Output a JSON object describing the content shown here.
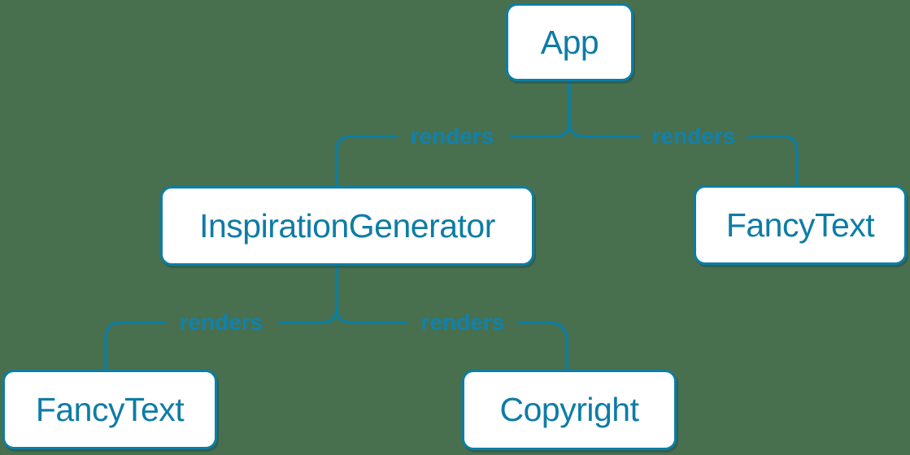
{
  "diagram": {
    "type": "component-render-tree",
    "nodes": [
      {
        "id": "app",
        "label": "App"
      },
      {
        "id": "inspiration-generator",
        "label": "InspirationGenerator"
      },
      {
        "id": "fancy-text-top",
        "label": "FancyText"
      },
      {
        "id": "fancy-text-bottom",
        "label": "FancyText"
      },
      {
        "id": "copyright",
        "label": "Copyright"
      }
    ],
    "edges": [
      {
        "from": "App",
        "to": "InspirationGenerator",
        "label": "renders"
      },
      {
        "from": "App",
        "to": "FancyText",
        "label": "renders"
      },
      {
        "from": "InspirationGenerator",
        "to": "FancyText",
        "label": "renders"
      },
      {
        "from": "InspirationGenerator",
        "to": "Copyright",
        "label": "renders"
      }
    ],
    "colors": {
      "background": "#48704E",
      "stroke": "#0C7EA4",
      "node_fill": "#FFFFFF",
      "node_text": "#0E7CA6",
      "edge_label": "#1081AE"
    }
  }
}
